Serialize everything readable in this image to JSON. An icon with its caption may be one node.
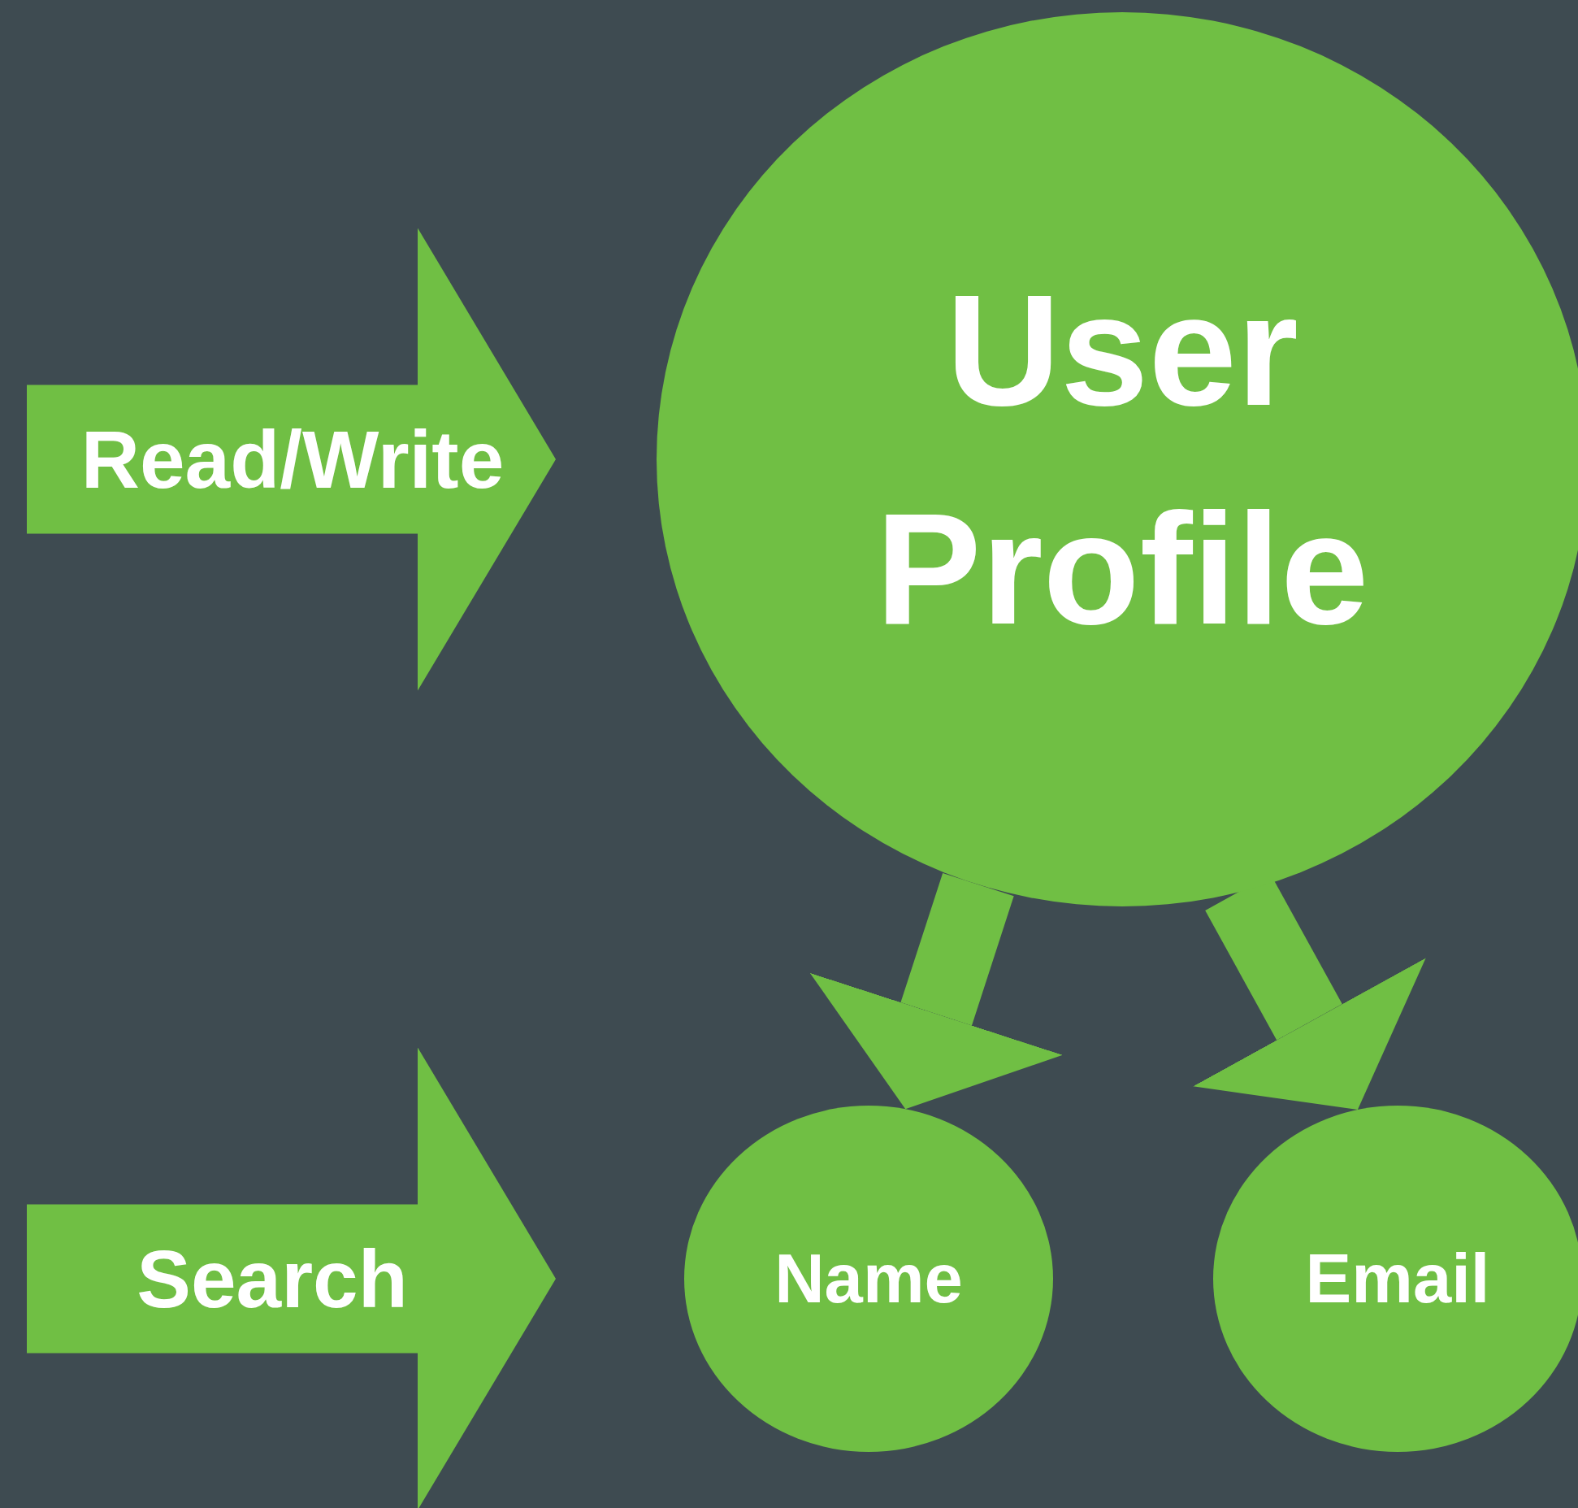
{
  "diagram": {
    "nodes": [
      {
        "text": [
          "User Profile"
        ]
      },
      {
        "text": [
          "Name"
        ]
      },
      {
        "text": [
          "Email"
        ]
      }
    ],
    "edges": [
      {
        "from": null,
        "to": 0,
        "arrow": "to",
        "label": "Read/Write",
        "style": "thick"
      },
      {
        "from": null,
        "to": 1,
        "arrow": "to",
        "label": "Search",
        "style": "thick"
      },
      {
        "from": 0,
        "to": 1,
        "arrow": "to"
      },
      {
        "from": 0,
        "to": 2,
        "arrow": "to"
      }
    ]
  }
}
